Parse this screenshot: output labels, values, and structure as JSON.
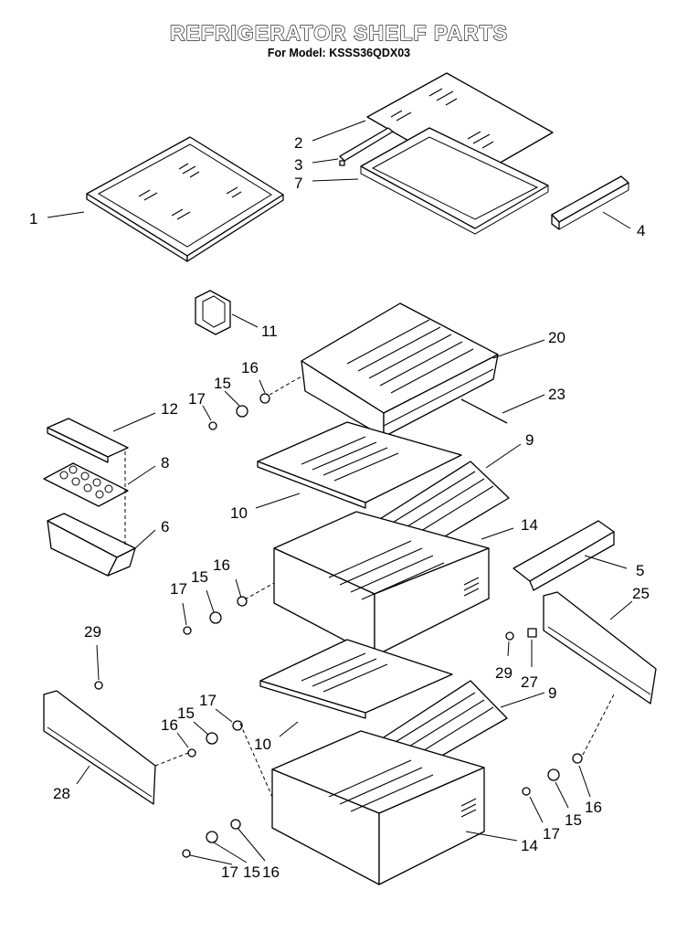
{
  "header": {
    "title": "REFRIGERATOR SHELF PARTS",
    "subtitle": "For Model: KSSS36QDX03"
  },
  "callouts": [
    {
      "id": "c1",
      "label": "1"
    },
    {
      "id": "c2",
      "label": "2"
    },
    {
      "id": "c3",
      "label": "3"
    },
    {
      "id": "c7",
      "label": "7"
    },
    {
      "id": "c4",
      "label": "4"
    },
    {
      "id": "c11",
      "label": "11"
    },
    {
      "id": "c20",
      "label": "20"
    },
    {
      "id": "c23",
      "label": "23"
    },
    {
      "id": "c16a",
      "label": "16"
    },
    {
      "id": "c15a",
      "label": "15"
    },
    {
      "id": "c17a",
      "label": "17"
    },
    {
      "id": "c12",
      "label": "12"
    },
    {
      "id": "c8",
      "label": "8"
    },
    {
      "id": "c6",
      "label": "6"
    },
    {
      "id": "c9a",
      "label": "9"
    },
    {
      "id": "c10a",
      "label": "10"
    },
    {
      "id": "c14a",
      "label": "14"
    },
    {
      "id": "c5",
      "label": "5"
    },
    {
      "id": "c16b",
      "label": "16"
    },
    {
      "id": "c15b",
      "label": "15"
    },
    {
      "id": "c17b",
      "label": "17"
    },
    {
      "id": "c25",
      "label": "25"
    },
    {
      "id": "c29a",
      "label": "29"
    },
    {
      "id": "c29b",
      "label": "29"
    },
    {
      "id": "c27",
      "label": "27"
    },
    {
      "id": "c17c",
      "label": "17"
    },
    {
      "id": "c15c",
      "label": "15"
    },
    {
      "id": "c16c",
      "label": "16"
    },
    {
      "id": "c9b",
      "label": "9"
    },
    {
      "id": "c10b",
      "label": "10"
    },
    {
      "id": "c28",
      "label": "28"
    },
    {
      "id": "c16d",
      "label": "16"
    },
    {
      "id": "c15d",
      "label": "15"
    },
    {
      "id": "c17d",
      "label": "17"
    },
    {
      "id": "c14b",
      "label": "14"
    },
    {
      "id": "c17e",
      "label": "17"
    },
    {
      "id": "c15e",
      "label": "15"
    },
    {
      "id": "c16e",
      "label": "16"
    }
  ]
}
